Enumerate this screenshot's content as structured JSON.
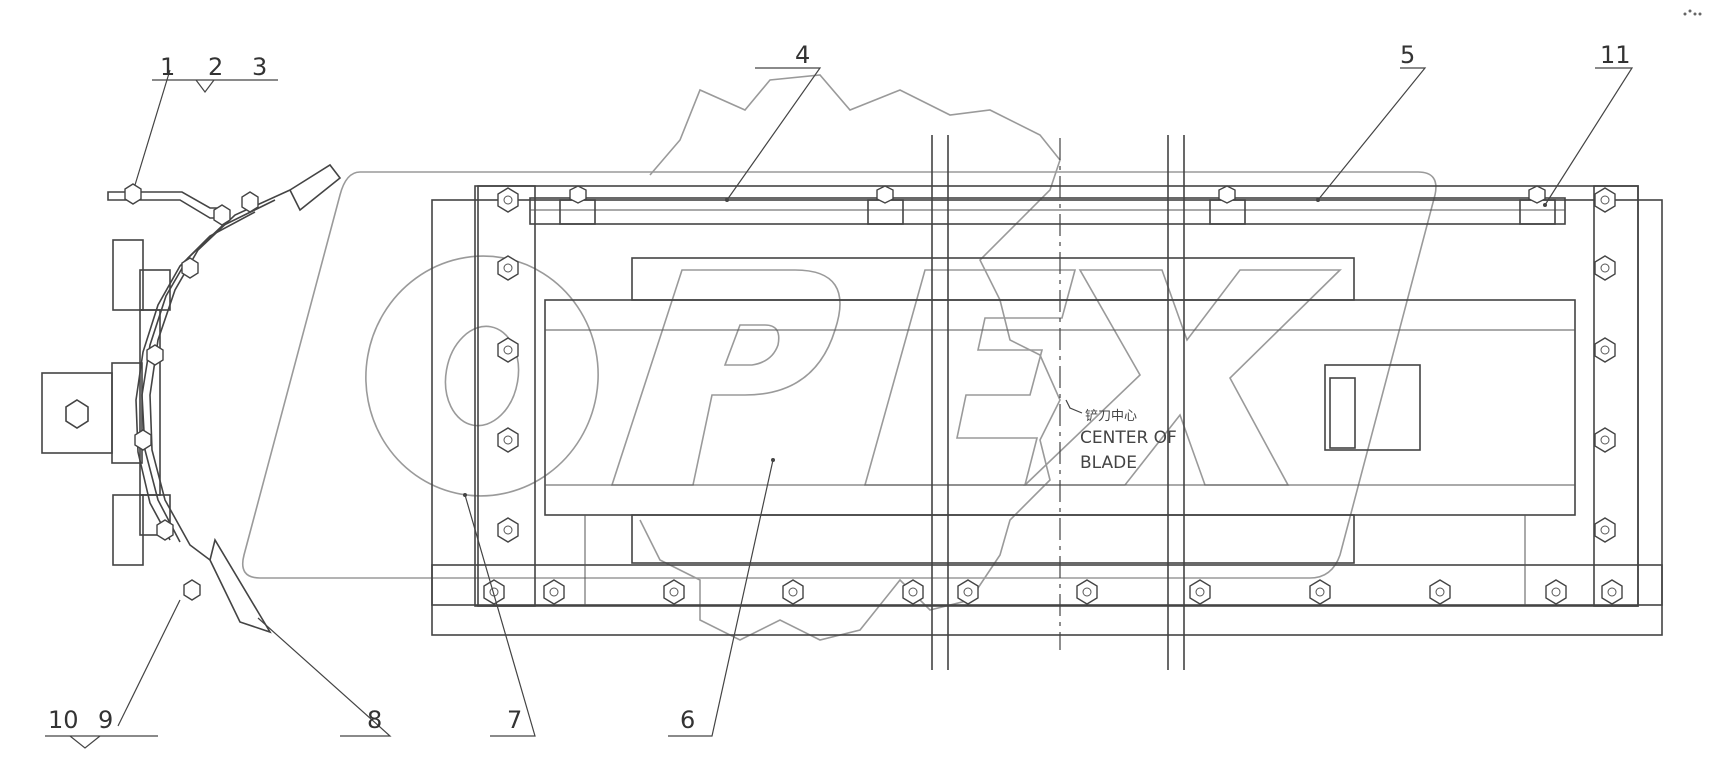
{
  "callouts": {
    "c1": "1",
    "c2": "2",
    "c3": "3",
    "c4": "4",
    "c5": "5",
    "c6": "6",
    "c7": "7",
    "c8": "8",
    "c9": "9",
    "c10": "10",
    "c11": "11"
  },
  "center_note": {
    "chinese": "铲刀中心",
    "english_line1": "CENTER OF",
    "english_line2": "BLADE"
  },
  "watermark": {
    "brand": "OPEX"
  }
}
